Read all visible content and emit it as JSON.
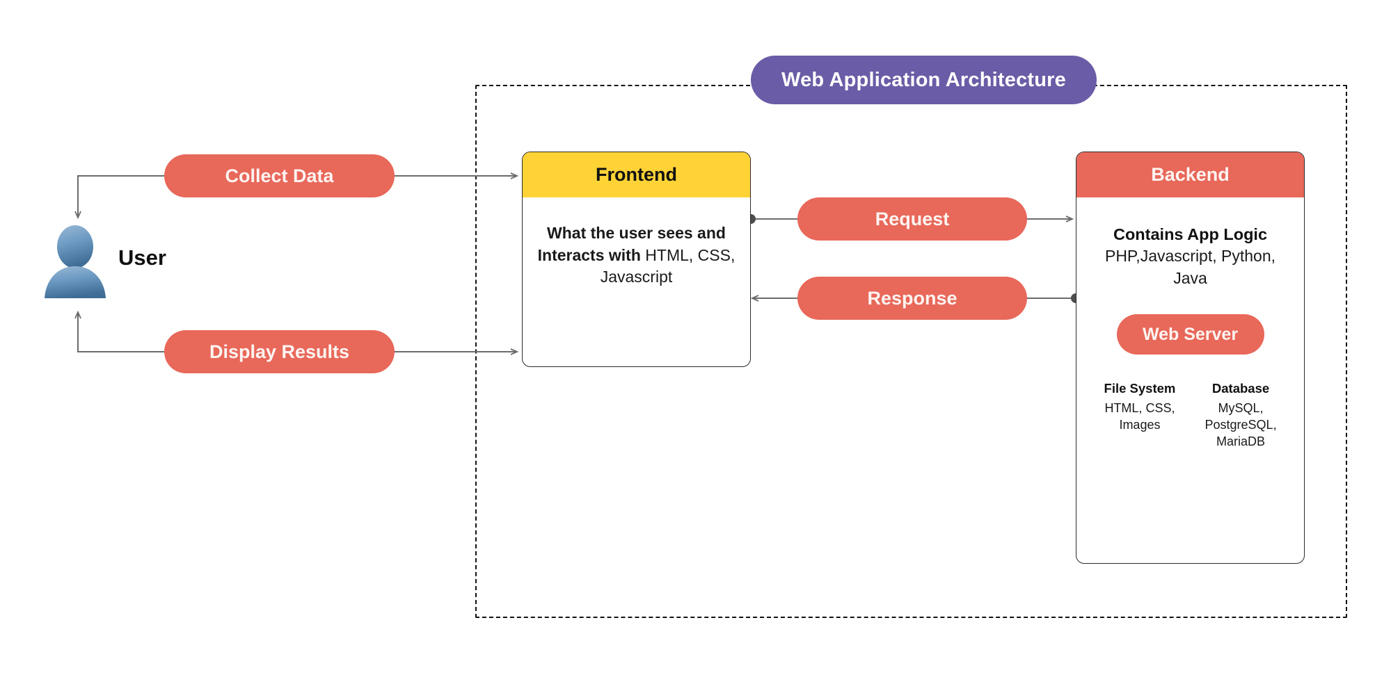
{
  "diagram": {
    "title": "Web Application Architecture",
    "colors": {
      "coral": "#e8685a",
      "purple": "#6a5ca6",
      "yellow": "#ffd336",
      "line": "#6b6b6b",
      "border": "#2a2a2a"
    }
  },
  "user": {
    "label": "User",
    "icon": "user-avatar-icon"
  },
  "flow_pills": {
    "collect_data": "Collect Data",
    "display_results": "Display Results",
    "request": "Request",
    "response": "Response"
  },
  "frontend": {
    "header": "Frontend",
    "body_bold": "What the user sees and Interacts with",
    "body_regular": "HTML, CSS, Javascript"
  },
  "backend": {
    "header": "Backend",
    "body_bold": "Contains App Logic",
    "body_regular": "PHP,Javascript, Python, Java",
    "web_server": "Web Server",
    "columns": [
      {
        "title": "File System",
        "items": "HTML, CSS, Images"
      },
      {
        "title": "Database",
        "items": "MySQL, PostgreSQL, MariaDB"
      }
    ]
  }
}
